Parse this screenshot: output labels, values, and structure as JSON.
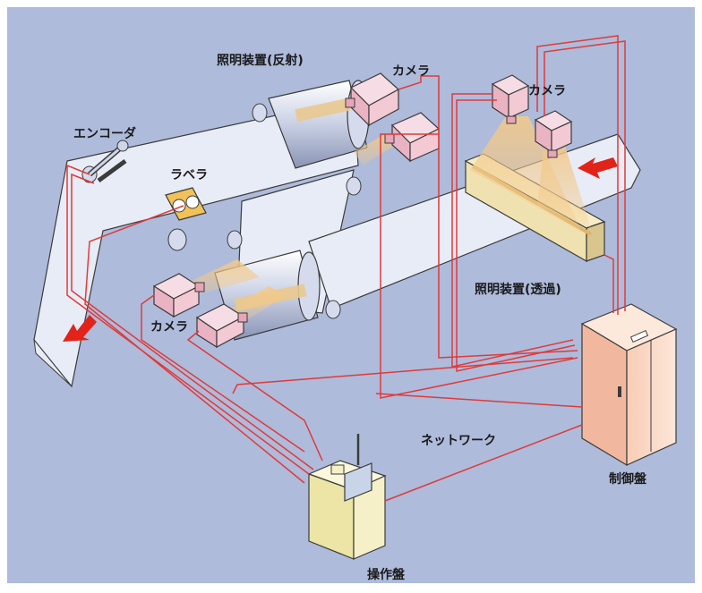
{
  "labels": {
    "encoder": "エンコーダ",
    "labeler": "ラベラ",
    "light_reflect": "照明装置(反射)",
    "camera_top1": "カメラ",
    "camera_top2": "カメラ",
    "camera_bottom": "カメラ",
    "light_transmit": "照明装置(透過)",
    "network": "ネットワーク",
    "control_panel": "制御盤",
    "operation_panel": "操作盤"
  },
  "colors": {
    "background": "#aebbdb",
    "frame": "#ffffff",
    "sheet": "#e8ecf6",
    "cable": "#e03a3a",
    "camera": "#f3c9d4",
    "light_beam": "#f2c98a",
    "control_cabinet": "#fbdcc8",
    "operation_cabinet": "#f5f0c8",
    "arrow": "#e2231a"
  },
  "icons": {
    "flow_arrow_left": "red-arrow-icon",
    "flow_arrow_right": "red-arrow-icon"
  }
}
